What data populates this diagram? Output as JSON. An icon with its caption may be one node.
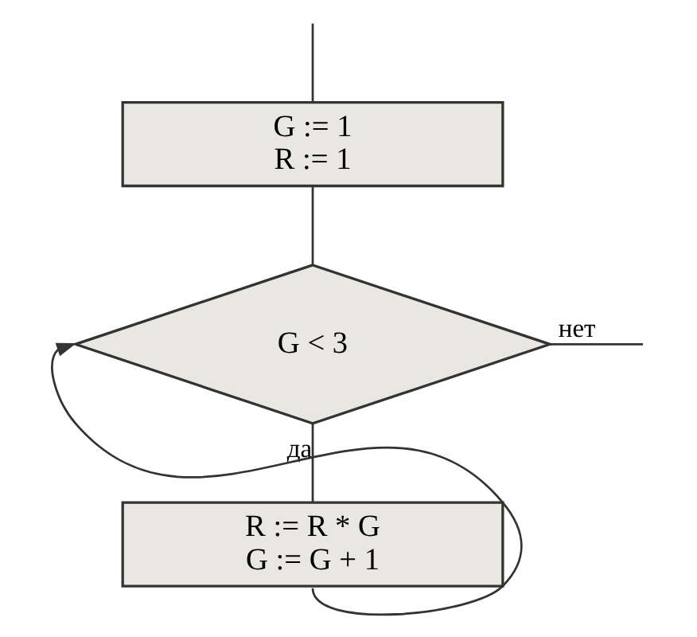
{
  "diagram": {
    "nodes": [
      {
        "text": [
          "G := 1",
          "R := 1"
        ]
      },
      {
        "text": [
          "G < 3"
        ]
      },
      {
        "text": [
          "R := R * G",
          "G := G + 1"
        ]
      }
    ],
    "edges": [
      {
        "from": null,
        "to": 0,
        "arrow": "none"
      },
      {
        "from": 0,
        "to": 1,
        "arrow": "none"
      },
      {
        "from": 1,
        "to": null,
        "label": "нет",
        "arrow": "none"
      },
      {
        "from": 1,
        "to": 2,
        "label": "да",
        "arrow": "none"
      },
      {
        "from": 2,
        "to": 1,
        "arrow": "to"
      }
    ]
  }
}
